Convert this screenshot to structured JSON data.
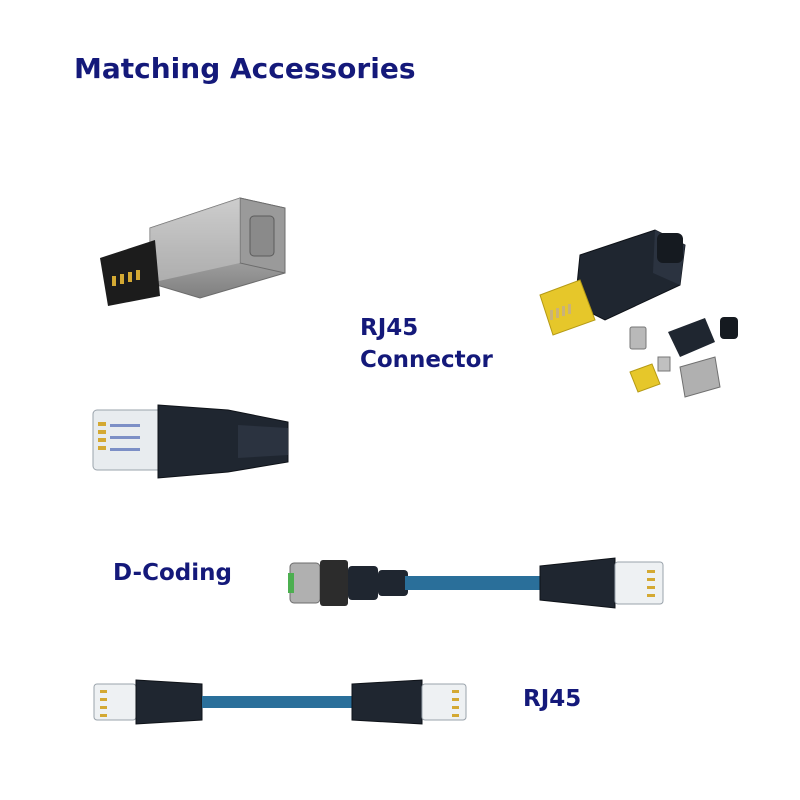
{
  "title": "Matching Accessories",
  "rj45_connector_label": [
    "RJ45",
    "Connector"
  ],
  "d_coding_label": "D-Coding",
  "rj45_cable_label": "RJ45",
  "colors": {
    "heading": "#14197a",
    "cable": "#2a6f9a",
    "plug_dark": "#1f2630",
    "insert_yellow": "#e6c72a",
    "metal": "#b9b9b9"
  },
  "images": [
    {
      "name": "metal-rj45-plug"
    },
    {
      "name": "black-rj45-plug-yellow-insert"
    },
    {
      "name": "rj45-plug-parts"
    },
    {
      "name": "clear-rj45-plug-black-boot"
    },
    {
      "name": "m12-d-coding-to-rj45-cable"
    },
    {
      "name": "rj45-to-rj45-cable"
    }
  ]
}
